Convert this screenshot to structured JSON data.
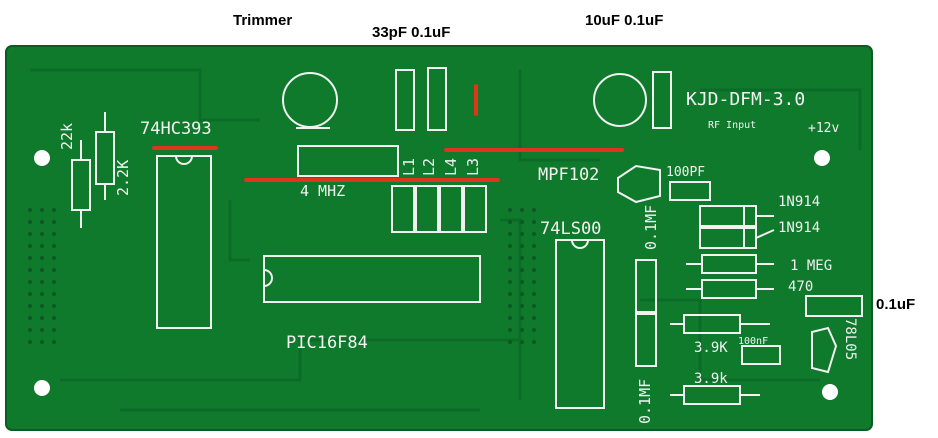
{
  "external_labels": {
    "trimmer": "Trimmer",
    "cap_33pf_01uf": "33pF  0.1uF",
    "cap_10uf_01uf": "10uF  0.1uF",
    "cap_01uf_right": "0.1uF"
  },
  "silkscreen": {
    "board_name": "KJD-DFM-3.0",
    "rf_input": "RF Input",
    "power": "+12v",
    "ic_74hc393": "74HC393",
    "crystal": "4 MHZ",
    "coils": [
      "L1",
      "L2",
      "L4",
      "L3"
    ],
    "fet": "MPF102",
    "cap_100pf": "100PF",
    "diode_1": "1N914",
    "diode_2": "1N914",
    "resistor_1meg": "1 MEG",
    "resistor_470": "470",
    "ic_74ls00": "74LS00",
    "cap_01mf_top": "0.1MF",
    "cap_01mf_bottom": "0.1MF",
    "resistor_22k": "22k",
    "resistor_2_2k": "2.2K",
    "mcu": "PIC16F84",
    "resistor_3_9k_a": "3.9K",
    "cap_100nf": "100nF",
    "resistor_3_9k_b": "3.9k",
    "regulator": "78L05"
  },
  "colors": {
    "board": "#0f7a2c",
    "board_dark": "#0b6324",
    "silkscreen": "#f2f2f2",
    "mounting_hole": "#ffffff",
    "red_wire": "#e0341c"
  }
}
